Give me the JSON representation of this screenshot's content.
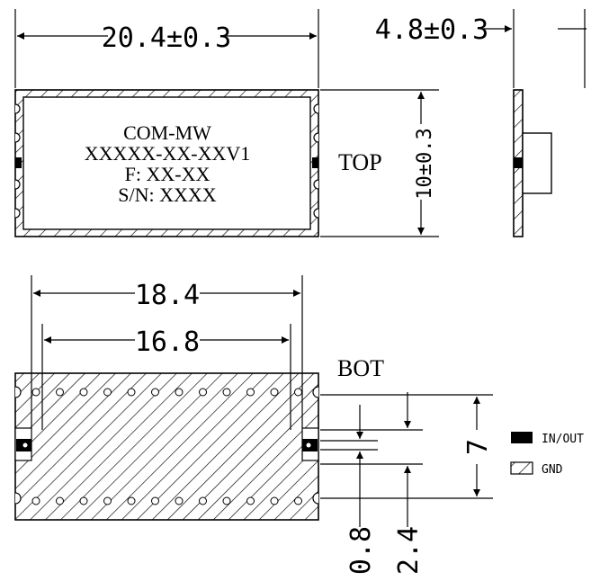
{
  "top_view": {
    "width_dim": "20.4±0.3",
    "height_dim": "10±0.3",
    "label": "TOP",
    "marking": [
      "COM-MW",
      "XXXXX-XX-XXV1",
      "F: XX-XX",
      "S/N: XXXX"
    ]
  },
  "side_view": {
    "thickness_dim": "4.8±0.3"
  },
  "bottom_view": {
    "label": "BOT",
    "dim_outer_pad_span": "18.4",
    "dim_inner_pad_span": "16.8",
    "dim_pad_row_spacing": "7",
    "dim_pad_width": "0.8",
    "dim_pad_pitch": "2.4"
  },
  "legend": {
    "io_label": "IN/OUT",
    "gnd_label": "GND",
    "io_color": "#000000"
  }
}
